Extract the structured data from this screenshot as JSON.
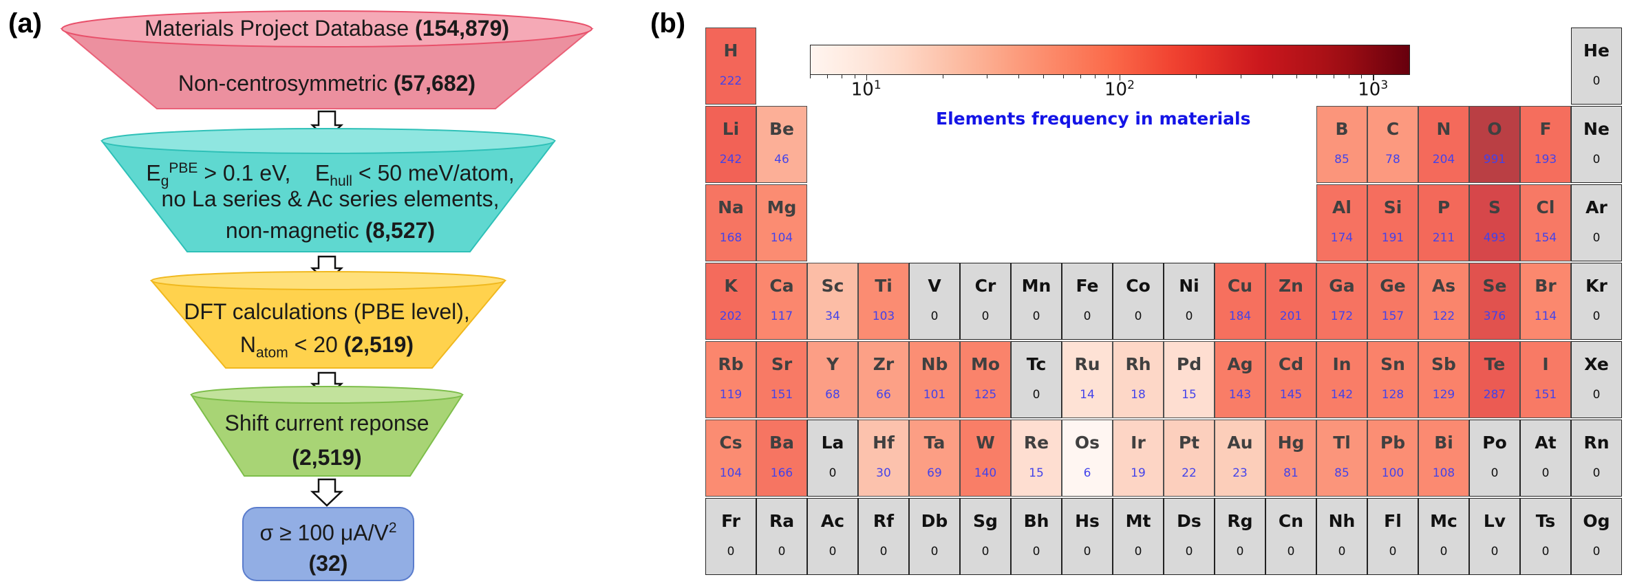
{
  "panel_a_label": "(a)",
  "panel_b_label": "(b)",
  "funnel": {
    "stage1_top": {
      "text": "Materials Project Database ",
      "count": "(154,879)"
    },
    "stage1_bottom": {
      "text": "Non-centrosymmetric ",
      "count": "(57,682)"
    },
    "stage2": {
      "line1_eg": "E",
      "line1_eg_sub": "g",
      "line1_eg_sup": "PBE",
      "line1_eg_rest": " > 0.1 eV,",
      "line1_eh": "E",
      "line1_eh_sub": "hull",
      "line1_eh_rest": " < 50 meV/atom,",
      "line2": "no La series & Ac series elements,",
      "line3": "non-magnetic ",
      "line3_count": "(8,527)"
    },
    "stage3": {
      "line1": "DFT calculations (PBE level),",
      "line2_n": "N",
      "line2_sub": "atom",
      "line2_rest": " < 20 ",
      "line2_count": "(2,519)"
    },
    "stage4": {
      "line1": "Shift current reponse",
      "line2_count": "(2,519)"
    },
    "stage5": {
      "line1": "σ ≥ 100 μA/V",
      "line1_sup": "2",
      "line2_count": "(32)"
    },
    "colors": {
      "red": "#ef8f9e",
      "cyan": "#5fd8d0",
      "yellow": "#ffd24d",
      "green": "#a8d475",
      "blue": "#92aee4"
    }
  },
  "colorbar": {
    "title": "Elements frequency in materials",
    "title_color": "#1414e6",
    "scale": "log",
    "range": [
      6,
      1400
    ],
    "tick_labels": [
      {
        "base": "10",
        "exp": "1",
        "value": 10
      },
      {
        "base": "10",
        "exp": "2",
        "value": 100
      },
      {
        "base": "10",
        "exp": "3",
        "value": 1000
      }
    ],
    "colormap": "Reds",
    "zero_color": "#d9d9d9",
    "count_color": "#1414e6",
    "zero_count_color": "#111111"
  },
  "chart_data": {
    "type": "heatmap",
    "title": "Elements frequency in materials",
    "scale": "log",
    "elements": [
      {
        "symbol": "H",
        "count": 222,
        "row": 0,
        "col": 0
      },
      {
        "symbol": "He",
        "count": 0,
        "row": 0,
        "col": 17
      },
      {
        "symbol": "Li",
        "count": 242,
        "row": 1,
        "col": 0
      },
      {
        "symbol": "Be",
        "count": 46,
        "row": 1,
        "col": 1
      },
      {
        "symbol": "B",
        "count": 85,
        "row": 1,
        "col": 12
      },
      {
        "symbol": "C",
        "count": 78,
        "row": 1,
        "col": 13
      },
      {
        "symbol": "N",
        "count": 204,
        "row": 1,
        "col": 14
      },
      {
        "symbol": "O",
        "count": 991,
        "row": 1,
        "col": 15
      },
      {
        "symbol": "F",
        "count": 193,
        "row": 1,
        "col": 16
      },
      {
        "symbol": "Ne",
        "count": 0,
        "row": 1,
        "col": 17
      },
      {
        "symbol": "Na",
        "count": 168,
        "row": 2,
        "col": 0
      },
      {
        "symbol": "Mg",
        "count": 104,
        "row": 2,
        "col": 1
      },
      {
        "symbol": "Al",
        "count": 174,
        "row": 2,
        "col": 12
      },
      {
        "symbol": "Si",
        "count": 191,
        "row": 2,
        "col": 13
      },
      {
        "symbol": "P",
        "count": 211,
        "row": 2,
        "col": 14
      },
      {
        "symbol": "S",
        "count": 493,
        "row": 2,
        "col": 15
      },
      {
        "symbol": "Cl",
        "count": 154,
        "row": 2,
        "col": 16
      },
      {
        "symbol": "Ar",
        "count": 0,
        "row": 2,
        "col": 17
      },
      {
        "symbol": "K",
        "count": 202,
        "row": 3,
        "col": 0
      },
      {
        "symbol": "Ca",
        "count": 117,
        "row": 3,
        "col": 1
      },
      {
        "symbol": "Sc",
        "count": 34,
        "row": 3,
        "col": 2
      },
      {
        "symbol": "Ti",
        "count": 103,
        "row": 3,
        "col": 3
      },
      {
        "symbol": "V",
        "count": 0,
        "row": 3,
        "col": 4
      },
      {
        "symbol": "Cr",
        "count": 0,
        "row": 3,
        "col": 5
      },
      {
        "symbol": "Mn",
        "count": 0,
        "row": 3,
        "col": 6
      },
      {
        "symbol": "Fe",
        "count": 0,
        "row": 3,
        "col": 7
      },
      {
        "symbol": "Co",
        "count": 0,
        "row": 3,
        "col": 8
      },
      {
        "symbol": "Ni",
        "count": 0,
        "row": 3,
        "col": 9
      },
      {
        "symbol": "Cu",
        "count": 184,
        "row": 3,
        "col": 10
      },
      {
        "symbol": "Zn",
        "count": 201,
        "row": 3,
        "col": 11
      },
      {
        "symbol": "Ga",
        "count": 172,
        "row": 3,
        "col": 12
      },
      {
        "symbol": "Ge",
        "count": 157,
        "row": 3,
        "col": 13
      },
      {
        "symbol": "As",
        "count": 122,
        "row": 3,
        "col": 14
      },
      {
        "symbol": "Se",
        "count": 376,
        "row": 3,
        "col": 15
      },
      {
        "symbol": "Br",
        "count": 114,
        "row": 3,
        "col": 16
      },
      {
        "symbol": "Kr",
        "count": 0,
        "row": 3,
        "col": 17
      },
      {
        "symbol": "Rb",
        "count": 119,
        "row": 4,
        "col": 0
      },
      {
        "symbol": "Sr",
        "count": 151,
        "row": 4,
        "col": 1
      },
      {
        "symbol": "Y",
        "count": 68,
        "row": 4,
        "col": 2
      },
      {
        "symbol": "Zr",
        "count": 66,
        "row": 4,
        "col": 3
      },
      {
        "symbol": "Nb",
        "count": 101,
        "row": 4,
        "col": 4
      },
      {
        "symbol": "Mo",
        "count": 125,
        "row": 4,
        "col": 5
      },
      {
        "symbol": "Tc",
        "count": 0,
        "row": 4,
        "col": 6
      },
      {
        "symbol": "Ru",
        "count": 14,
        "row": 4,
        "col": 7
      },
      {
        "symbol": "Rh",
        "count": 18,
        "row": 4,
        "col": 8
      },
      {
        "symbol": "Pd",
        "count": 15,
        "row": 4,
        "col": 9
      },
      {
        "symbol": "Ag",
        "count": 143,
        "row": 4,
        "col": 10
      },
      {
        "symbol": "Cd",
        "count": 145,
        "row": 4,
        "col": 11
      },
      {
        "symbol": "In",
        "count": 142,
        "row": 4,
        "col": 12
      },
      {
        "symbol": "Sn",
        "count": 128,
        "row": 4,
        "col": 13
      },
      {
        "symbol": "Sb",
        "count": 129,
        "row": 4,
        "col": 14
      },
      {
        "symbol": "Te",
        "count": 287,
        "row": 4,
        "col": 15
      },
      {
        "symbol": "I",
        "count": 151,
        "row": 4,
        "col": 16
      },
      {
        "symbol": "Xe",
        "count": 0,
        "row": 4,
        "col": 17
      },
      {
        "symbol": "Cs",
        "count": 104,
        "row": 5,
        "col": 0
      },
      {
        "symbol": "Ba",
        "count": 166,
        "row": 5,
        "col": 1
      },
      {
        "symbol": "La",
        "count": 0,
        "row": 5,
        "col": 2
      },
      {
        "symbol": "Hf",
        "count": 30,
        "row": 5,
        "col": 3
      },
      {
        "symbol": "Ta",
        "count": 69,
        "row": 5,
        "col": 4
      },
      {
        "symbol": "W",
        "count": 140,
        "row": 5,
        "col": 5
      },
      {
        "symbol": "Re",
        "count": 15,
        "row": 5,
        "col": 6
      },
      {
        "symbol": "Os",
        "count": 6,
        "row": 5,
        "col": 7
      },
      {
        "symbol": "Ir",
        "count": 19,
        "row": 5,
        "col": 8
      },
      {
        "symbol": "Pt",
        "count": 22,
        "row": 5,
        "col": 9
      },
      {
        "symbol": "Au",
        "count": 23,
        "row": 5,
        "col": 10
      },
      {
        "symbol": "Hg",
        "count": 81,
        "row": 5,
        "col": 11
      },
      {
        "symbol": "Tl",
        "count": 85,
        "row": 5,
        "col": 12
      },
      {
        "symbol": "Pb",
        "count": 100,
        "row": 5,
        "col": 13
      },
      {
        "symbol": "Bi",
        "count": 108,
        "row": 5,
        "col": 14
      },
      {
        "symbol": "Po",
        "count": 0,
        "row": 5,
        "col": 15
      },
      {
        "symbol": "At",
        "count": 0,
        "row": 5,
        "col": 16
      },
      {
        "symbol": "Rn",
        "count": 0,
        "row": 5,
        "col": 17
      },
      {
        "symbol": "Fr",
        "count": 0,
        "row": 6,
        "col": 0
      },
      {
        "symbol": "Ra",
        "count": 0,
        "row": 6,
        "col": 1
      },
      {
        "symbol": "Ac",
        "count": 0,
        "row": 6,
        "col": 2
      },
      {
        "symbol": "Rf",
        "count": 0,
        "row": 6,
        "col": 3
      },
      {
        "symbol": "Db",
        "count": 0,
        "row": 6,
        "col": 4
      },
      {
        "symbol": "Sg",
        "count": 0,
        "row": 6,
        "col": 5
      },
      {
        "symbol": "Bh",
        "count": 0,
        "row": 6,
        "col": 6
      },
      {
        "symbol": "Hs",
        "count": 0,
        "row": 6,
        "col": 7
      },
      {
        "symbol": "Mt",
        "count": 0,
        "row": 6,
        "col": 8
      },
      {
        "symbol": "Ds",
        "count": 0,
        "row": 6,
        "col": 9
      },
      {
        "symbol": "Rg",
        "count": 0,
        "row": 6,
        "col": 10
      },
      {
        "symbol": "Cn",
        "count": 0,
        "row": 6,
        "col": 11
      },
      {
        "symbol": "Nh",
        "count": 0,
        "row": 6,
        "col": 12
      },
      {
        "symbol": "Fl",
        "count": 0,
        "row": 6,
        "col": 13
      },
      {
        "symbol": "Mc",
        "count": 0,
        "row": 6,
        "col": 14
      },
      {
        "symbol": "Lv",
        "count": 0,
        "row": 6,
        "col": 15
      },
      {
        "symbol": "Ts",
        "count": 0,
        "row": 6,
        "col": 16
      },
      {
        "symbol": "Og",
        "count": 0,
        "row": 6,
        "col": 17
      }
    ]
  }
}
